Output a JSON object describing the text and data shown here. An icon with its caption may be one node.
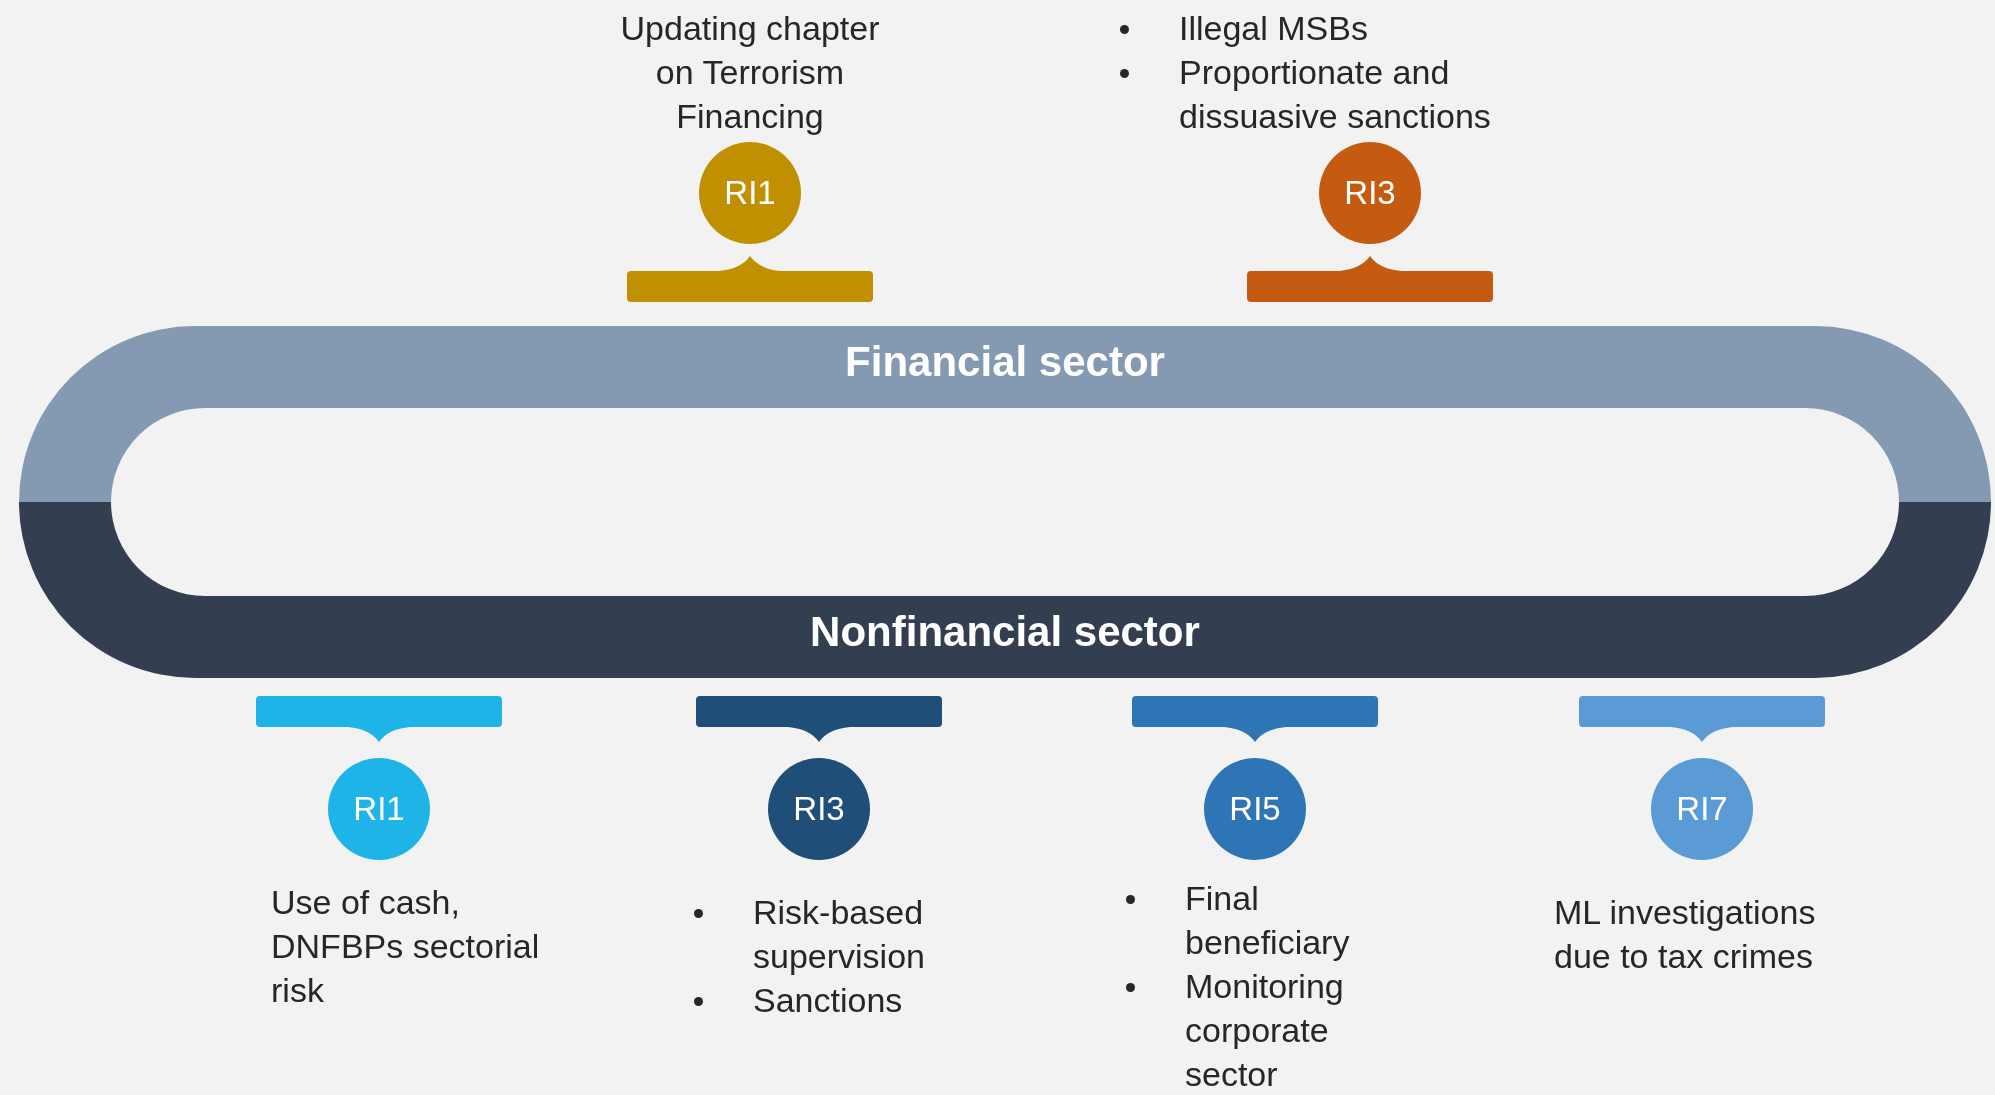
{
  "diagram": {
    "nodes": [
      {
        "text": [
          "Financial sector"
        ]
      },
      {
        "text": [
          "Nonfinancial sector"
        ]
      },
      {
        "text": [
          "RI1"
        ],
        "beside": [
          "Updating chapter on Terrorism Financing"
        ]
      },
      {
        "text": [
          "RI3"
        ],
        "beside": [
          "Illegal MSBs",
          "Proportionate and dissuasive sanctions"
        ]
      },
      {
        "text": [
          "RI1"
        ],
        "beside": [
          "Use of cash, DNFBPs sectorial risk"
        ]
      },
      {
        "text": [
          "RI3"
        ],
        "beside": [
          "Risk-based supervision",
          "Sanctions"
        ]
      },
      {
        "text": [
          "RI5"
        ],
        "beside": [
          "Final beneficiary",
          "Monitoring corporate sector"
        ]
      },
      {
        "text": [
          "RI7"
        ],
        "beside": [
          "ML investigations due to tax crimes"
        ]
      }
    ]
  }
}
